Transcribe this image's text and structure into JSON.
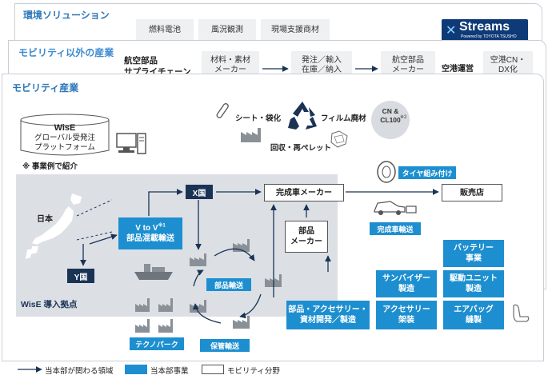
{
  "layers": {
    "env": {
      "title": "環境ソリューション",
      "items": [
        "燃料電池",
        "風況観測",
        "現場支援商材"
      ],
      "logo_main": "Streams",
      "logo_sub": "Powered by TOYOTA TSUSHO"
    },
    "non_mobility": {
      "title": "モビリティ以外の産業",
      "supply_chain": "航空部品\nサプライチェーン",
      "flow": [
        "材料・素材\nメーカー",
        "発注／輸入\n在庫／納入",
        "航空部品\nメーカー"
      ],
      "airport_label": "空港運営",
      "airport_item": "空港CN・\nDX化"
    },
    "mobility": {
      "title": "モビリティ産業"
    }
  },
  "wise": {
    "name": "WisE",
    "desc": "グローバル受発注\nプラットフォーム",
    "note": "※ 事業例で紹介",
    "base_label": "WisE 導入拠点"
  },
  "recycle": {
    "sheet": "シート・袋化",
    "film": "フィルム廃材",
    "pellet": "回収・再ペレット",
    "cn_badge": "CN &\nCL100",
    "cn_note": "※2"
  },
  "map": {
    "japan": "日本",
    "x_country": "X国",
    "y_country": "Y国",
    "vtov": "V to V",
    "vtov_note": "※1",
    "vtov_sub": "部品混載輸送",
    "parts_transport": "部品輸送",
    "storage_transport": "保管輸送",
    "technopark": "テクノパーク"
  },
  "flowchart": {
    "oem": "完成車メーカー",
    "dealer": "販売店",
    "tire": "タイヤ組み付け",
    "vehicle_transport": "完成車輸送",
    "parts_maker": "部品\nメーカー",
    "dev": "部品・アクセサリー・\n資材開発／製造"
  },
  "business": {
    "battery": "バッテリー\n事業",
    "suspension": "サンバイザー\n製造",
    "drive": "駆動ユニット\n製造",
    "accessory": "アクセサリー\n架装",
    "airbag": "エアバッグ\n縫製"
  },
  "legend": {
    "arrow": "当本部が関わる領域",
    "blue": "当本部事業",
    "white": "モビリティ分野"
  },
  "colors": {
    "accent_blue": "#1d8fd0",
    "navy": "#1a3355",
    "title_blue": "#2a76b8",
    "map_gray": "#dce0e5"
  }
}
